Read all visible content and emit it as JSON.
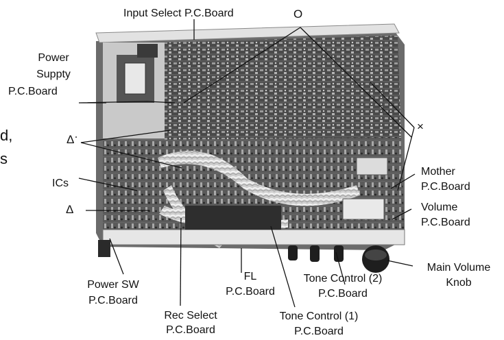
{
  "labels": {
    "input_select": "Input Select P.C.Board",
    "circle_symbol": "O",
    "power_supply_1": "Power",
    "power_supply_2": "Suppty",
    "power_supply_3": "P.C.Board",
    "partial_1": "d,",
    "partial_2": "s",
    "delta_1": "Δ",
    "ics": "ICs",
    "delta_2": "Δ",
    "cross_symbol": "×",
    "mother_1": "Mother",
    "mother_2": "P.C.Board",
    "volume_1": "Volume",
    "volume_2": "P.C.Board",
    "main_volume_1": "Main Volume",
    "main_volume_2": "Knob",
    "power_sw_1": "Power SW",
    "power_sw_2": "P.C.Board",
    "fl_1": "FL",
    "fl_2": "P.C.Board",
    "tone2_1": "Tone Control (2)",
    "tone2_2": "P.C.Board",
    "rec_select_1": "Rec Select",
    "rec_select_2": "P.C.Board",
    "tone1_1": "Tone Control (1)",
    "tone1_2": "P.C.Board"
  },
  "colors": {
    "board_dark": "#3a3a3a",
    "board_mid": "#8a8a8a",
    "board_light": "#cfcfcf",
    "chassis": "#e6e6e6",
    "leader": "#111111"
  }
}
